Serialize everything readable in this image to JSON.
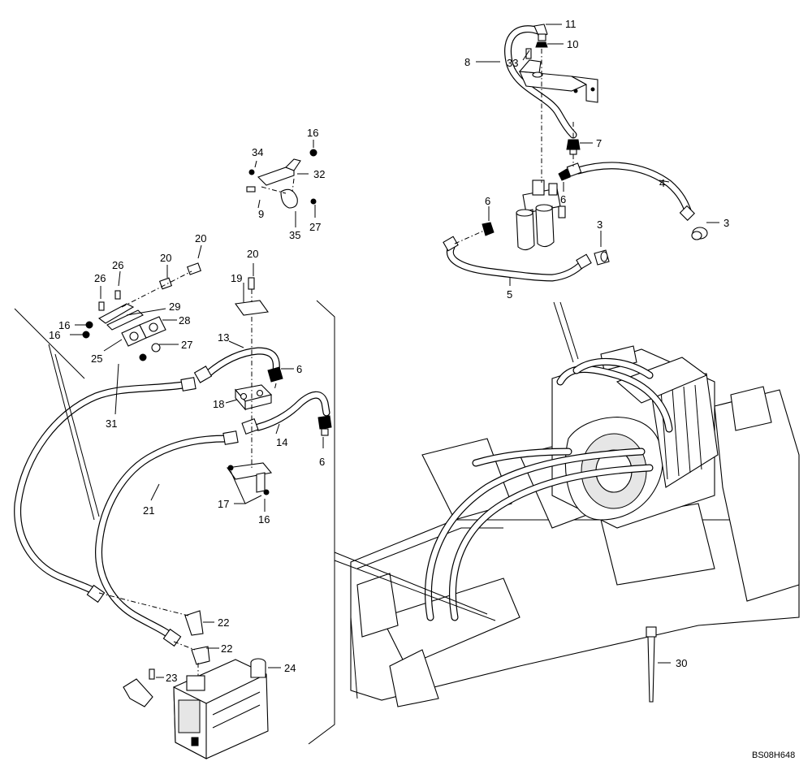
{
  "drawing_code": "BS08H648",
  "callouts": {
    "c1": "11",
    "c2": "10",
    "c3": "33",
    "c4": "8",
    "c5": "7",
    "c6": "4",
    "c7": "6",
    "c8": "6",
    "c9": "3",
    "c10": "3",
    "c11": "5",
    "c12": "16",
    "c13": "34",
    "c14": "32",
    "c15": "9",
    "c16": "27",
    "c17": "35",
    "c18": "20",
    "c19": "26",
    "c20": "26",
    "c21": "20",
    "c22": "20",
    "c23": "19",
    "c24": "29",
    "c25": "16",
    "c26": "16",
    "c27": "28",
    "c28": "27",
    "c29": "25",
    "c30": "13",
    "c31": "6",
    "c32": "18",
    "c33": "31",
    "c34": "14",
    "c35": "6",
    "c36": "21",
    "c37": "17",
    "c38": "16",
    "c39": "22",
    "c40": "22",
    "c41": "23",
    "c42": "24",
    "c43": "30"
  }
}
